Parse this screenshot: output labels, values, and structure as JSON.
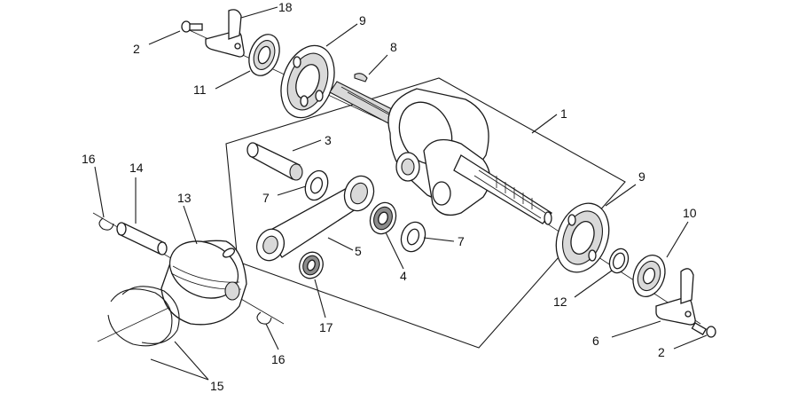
{
  "callouts": {
    "c1": "1",
    "c2a": "2",
    "c2b": "2",
    "c3": "3",
    "c4": "4",
    "c5": "5",
    "c6": "6",
    "c7a": "7",
    "c7b": "7",
    "c8": "8",
    "c9a": "9",
    "c9b": "9",
    "c10": "10",
    "c11": "11",
    "c12": "12",
    "c13": "13",
    "c14": "14",
    "c15": "15",
    "c16a": "16",
    "c16b": "16",
    "c17": "17",
    "c18": "18"
  },
  "colors": {
    "line": "#1a1a1a",
    "shade": "#d9d9d9",
    "dark": "#8c8c8c",
    "background": "#ffffff"
  }
}
